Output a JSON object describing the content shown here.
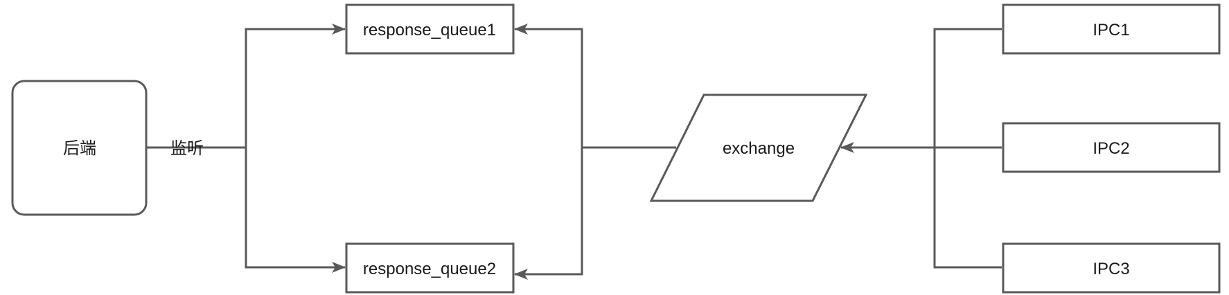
{
  "diagram": {
    "nodes": {
      "backend": {
        "label": "后端"
      },
      "queue1": {
        "label": "response_queue1"
      },
      "queue2": {
        "label": "response_queue2"
      },
      "exchange": {
        "label": "exchange"
      },
      "ipc1": {
        "label": "IPC1"
      },
      "ipc2": {
        "label": "IPC2"
      },
      "ipc3": {
        "label": "IPC3"
      }
    },
    "edges": {
      "listen": {
        "label": "监听"
      }
    },
    "colors": {
      "stroke": "#595959",
      "text": "#1a1a1a",
      "fill": "#ffffff"
    }
  }
}
